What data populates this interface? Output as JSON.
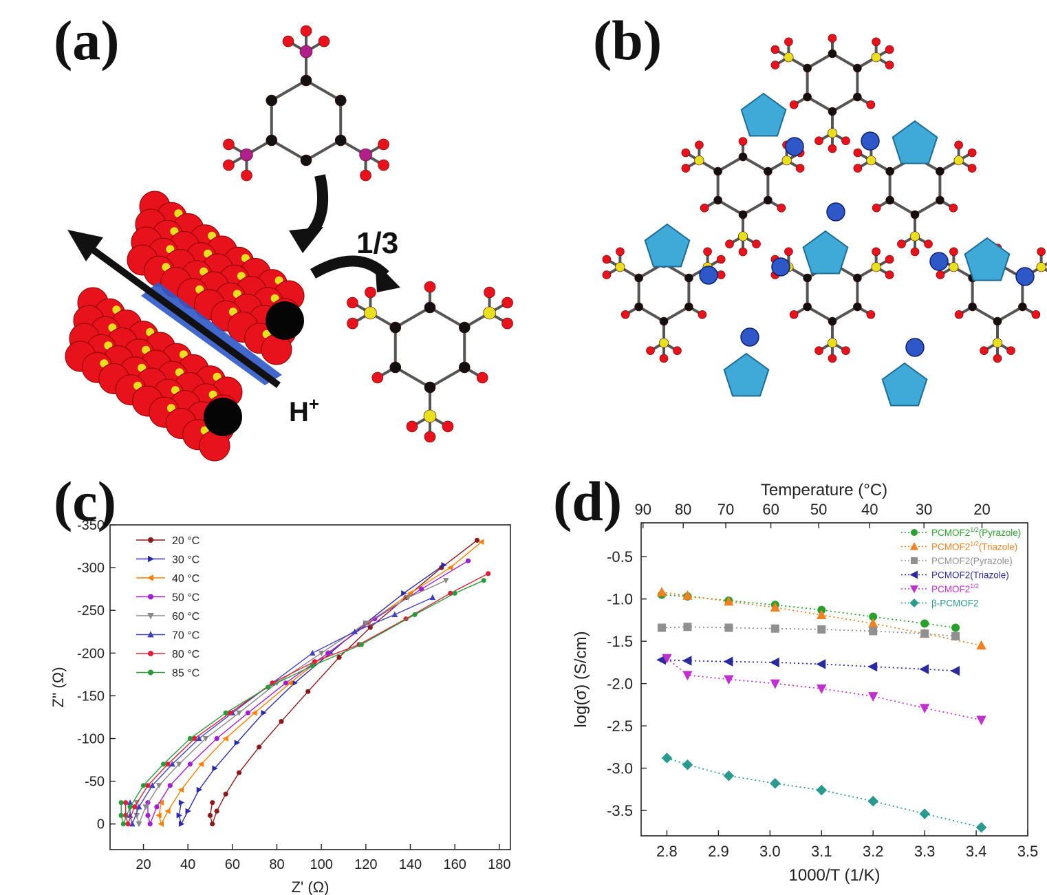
{
  "panels": {
    "a": {
      "label": "(a)",
      "fraction": "1/3",
      "proton": "H",
      "proton_sup": "+"
    },
    "b": {
      "label": "(b)"
    },
    "c": {
      "label": "(c)"
    },
    "d": {
      "label": "(d)"
    }
  },
  "colors": {
    "oxygen": "#e8121c",
    "phosphorus": "#b0208c",
    "sulfur": "#e6e01e",
    "carbon": "#111111",
    "metal": "#2e58c8",
    "azole": "#3fa9d8"
  },
  "chart_data": [
    {
      "type": "scatter",
      "panel": "c",
      "xlabel": "Z' (Ω)",
      "ylabel": "Z'' (Ω)",
      "xlim": [
        5,
        185
      ],
      "ylim": [
        30,
        -350
      ],
      "x_ticks": [
        "20",
        "40",
        "60",
        "80",
        "100",
        "120",
        "140",
        "160",
        "180"
      ],
      "y_ticks": [
        "-350",
        "-300",
        "-250",
        "-200",
        "-150",
        "-100",
        "-50",
        "0"
      ],
      "legend_position": "top-left",
      "series": [
        {
          "name": "20 °C",
          "color": "#8b1a1a",
          "marker": "circle",
          "points": [
            [
              51,
              -25
            ],
            [
              50,
              -10
            ],
            [
              51,
              0
            ],
            [
              53,
              -15
            ],
            [
              57,
              -35
            ],
            [
              63,
              -60
            ],
            [
              72,
              -90
            ],
            [
              82,
              -120
            ],
            [
              94,
              -155
            ],
            [
              108,
              -195
            ],
            [
              122,
              -230
            ],
            [
              138,
              -265
            ],
            [
              154,
              -300
            ],
            [
              170,
              -332
            ]
          ]
        },
        {
          "name": "30 °C",
          "color": "#2a2aa8",
          "marker": "triangle-right",
          "points": [
            [
              37,
              -25
            ],
            [
              36,
              -10
            ],
            [
              37,
              0
            ],
            [
              40,
              -15
            ],
            [
              45,
              -40
            ],
            [
              52,
              -65
            ],
            [
              62,
              -95
            ],
            [
              74,
              -130
            ],
            [
              88,
              -165
            ],
            [
              104,
              -200
            ],
            [
              120,
              -235
            ],
            [
              137,
              -270
            ],
            [
              155,
              -303
            ]
          ]
        },
        {
          "name": "40 °C",
          "color": "#ff8000",
          "marker": "triangle-left",
          "points": [
            [
              28,
              -25
            ],
            [
              27,
              -10
            ],
            [
              28,
              0
            ],
            [
              31,
              -15
            ],
            [
              37,
              -40
            ],
            [
              46,
              -70
            ],
            [
              57,
              -100
            ],
            [
              70,
              -130
            ],
            [
              86,
              -165
            ],
            [
              103,
              -200
            ],
            [
              121,
              -235
            ],
            [
              140,
              -270
            ],
            [
              158,
              -300
            ],
            [
              172,
              -330
            ]
          ]
        },
        {
          "name": "50 °C",
          "color": "#a020d0",
          "marker": "circle",
          "points": [
            [
              22,
              -25
            ],
            [
              22,
              -10
            ],
            [
              23,
              0
            ],
            [
              26,
              -20
            ],
            [
              32,
              -45
            ],
            [
              41,
              -70
            ],
            [
              53,
              -100
            ],
            [
              67,
              -130
            ],
            [
              84,
              -165
            ],
            [
              103,
              -200
            ],
            [
              124,
              -240
            ],
            [
              145,
              -275
            ],
            [
              166,
              -308
            ]
          ]
        },
        {
          "name": "60 °C",
          "color": "#888888",
          "marker": "triangle-down",
          "points": [
            [
              17,
              -25
            ],
            [
              17,
              -10
            ],
            [
              18,
              0
            ],
            [
              21,
              -20
            ],
            [
              27,
              -45
            ],
            [
              36,
              -70
            ],
            [
              48,
              -100
            ],
            [
              63,
              -130
            ],
            [
              80,
              -165
            ],
            [
              100,
              -200
            ],
            [
              120,
              -235
            ],
            [
              139,
              -265
            ],
            [
              156,
              -285
            ]
          ]
        },
        {
          "name": "70 °C",
          "color": "#4040c0",
          "marker": "triangle-up",
          "points": [
            [
              14,
              -25
            ],
            [
              14,
              -10
            ],
            [
              15,
              0
            ],
            [
              18,
              -20
            ],
            [
              24,
              -45
            ],
            [
              33,
              -70
            ],
            [
              45,
              -100
            ],
            [
              60,
              -130
            ],
            [
              78,
              -165
            ],
            [
              96,
              -200
            ],
            [
              115,
              -225
            ],
            [
              133,
              -245
            ],
            [
              150,
              -265
            ]
          ]
        },
        {
          "name": "80 °C",
          "color": "#e0203a",
          "marker": "circle",
          "points": [
            [
              12,
              -25
            ],
            [
              12,
              -10
            ],
            [
              13,
              0
            ],
            [
              16,
              -20
            ],
            [
              22,
              -45
            ],
            [
              31,
              -70
            ],
            [
              43,
              -100
            ],
            [
              59,
              -130
            ],
            [
              78,
              -165
            ],
            [
              97,
              -190
            ],
            [
              117,
              -210
            ],
            [
              138,
              -240
            ],
            [
              158,
              -270
            ],
            [
              175,
              -293
            ]
          ]
        },
        {
          "name": "85 °C",
          "color": "#2a9a3a",
          "marker": "circle",
          "points": [
            [
              10,
              -25
            ],
            [
              10,
              -10
            ],
            [
              11,
              0
            ],
            [
              14,
              -20
            ],
            [
              20,
              -45
            ],
            [
              29,
              -70
            ],
            [
              41,
              -100
            ],
            [
              57,
              -130
            ],
            [
              76,
              -160
            ],
            [
              96,
              -185
            ],
            [
              118,
              -210
            ],
            [
              142,
              -245
            ],
            [
              160,
              -270
            ],
            [
              173,
              -285
            ]
          ]
        }
      ]
    },
    {
      "type": "line",
      "panel": "d",
      "xlabel": "1000/T (1/K)",
      "ylabel": "log(σ) (S/cm)",
      "top_xlabel": "Temperature (°C)",
      "xlim": [
        2.75,
        3.5
      ],
      "ylim": [
        -3.8,
        -0.1
      ],
      "x_ticks": [
        "2.8",
        "2.9",
        "3.0",
        "3.1",
        "3.2",
        "3.3",
        "3.4",
        "3.5"
      ],
      "y_ticks": [
        "-0.5",
        "-1.0",
        "-1.5",
        "-2.0",
        "-2.5",
        "-3.0",
        "-3.5"
      ],
      "top_ticks": [
        {
          "label": "90",
          "value": 90
        },
        {
          "label": "80",
          "value": 80
        },
        {
          "label": "70",
          "value": 70
        },
        {
          "label": "60",
          "value": 60
        },
        {
          "label": "50",
          "value": 50
        },
        {
          "label": "40",
          "value": 40
        },
        {
          "label": "30",
          "value": 30
        },
        {
          "label": "20",
          "value": 20
        }
      ],
      "legend_position": "top-right",
      "series": [
        {
          "name": "PCMOF2",
          "name_sup": "1/2",
          "name_suffix": "(Pyrazole)",
          "color": "#2aa02a",
          "marker": "circle",
          "x": [
            2.79,
            2.84,
            2.92,
            3.01,
            3.1,
            3.2,
            3.3,
            3.36
          ],
          "y": [
            -0.95,
            -0.97,
            -1.02,
            -1.07,
            -1.13,
            -1.21,
            -1.29,
            -1.34
          ]
        },
        {
          "name": "PCMOF2",
          "name_sup": "1/2",
          "name_suffix": "(Triazole)",
          "color": "#f08020",
          "marker": "triangle-up",
          "x": [
            2.79,
            2.84,
            2.92,
            3.01,
            3.1,
            3.2,
            3.3,
            3.41
          ],
          "y": [
            -0.92,
            -0.96,
            -1.03,
            -1.1,
            -1.19,
            -1.29,
            -1.41,
            -1.55
          ]
        },
        {
          "name": "PCMOF2",
          "name_sup": "",
          "name_suffix": "(Pyrazole)",
          "color": "#909090",
          "marker": "square",
          "x": [
            2.79,
            2.84,
            2.92,
            3.01,
            3.1,
            3.2,
            3.3,
            3.36
          ],
          "y": [
            -1.34,
            -1.33,
            -1.34,
            -1.35,
            -1.36,
            -1.38,
            -1.41,
            -1.44
          ]
        },
        {
          "name": "PCMOF2",
          "name_sup": "",
          "name_suffix": "(Triazole)",
          "color": "#2a2aa0",
          "marker": "triangle-left",
          "x": [
            2.79,
            2.84,
            2.92,
            3.01,
            3.1,
            3.2,
            3.3,
            3.36
          ],
          "y": [
            -1.72,
            -1.73,
            -1.74,
            -1.75,
            -1.77,
            -1.8,
            -1.83,
            -1.85
          ]
        },
        {
          "name": "PCMOF2",
          "name_sup": "1/2",
          "name_suffix": "",
          "color": "#c030d0",
          "marker": "triangle-down",
          "x": [
            2.8,
            2.84,
            2.92,
            3.01,
            3.1,
            3.2,
            3.3,
            3.41
          ],
          "y": [
            -1.7,
            -1.9,
            -1.95,
            -2.0,
            -2.06,
            -2.15,
            -2.29,
            -2.43
          ]
        },
        {
          "name": "β-PCMOF2",
          "name_sup": "",
          "name_suffix": "",
          "color": "#2a9a8e",
          "marker": "diamond",
          "x": [
            2.8,
            2.84,
            2.92,
            3.01,
            3.1,
            3.2,
            3.3,
            3.41
          ],
          "y": [
            -2.88,
            -2.96,
            -3.09,
            -3.18,
            -3.26,
            -3.39,
            -3.54,
            -3.7
          ]
        }
      ]
    }
  ]
}
